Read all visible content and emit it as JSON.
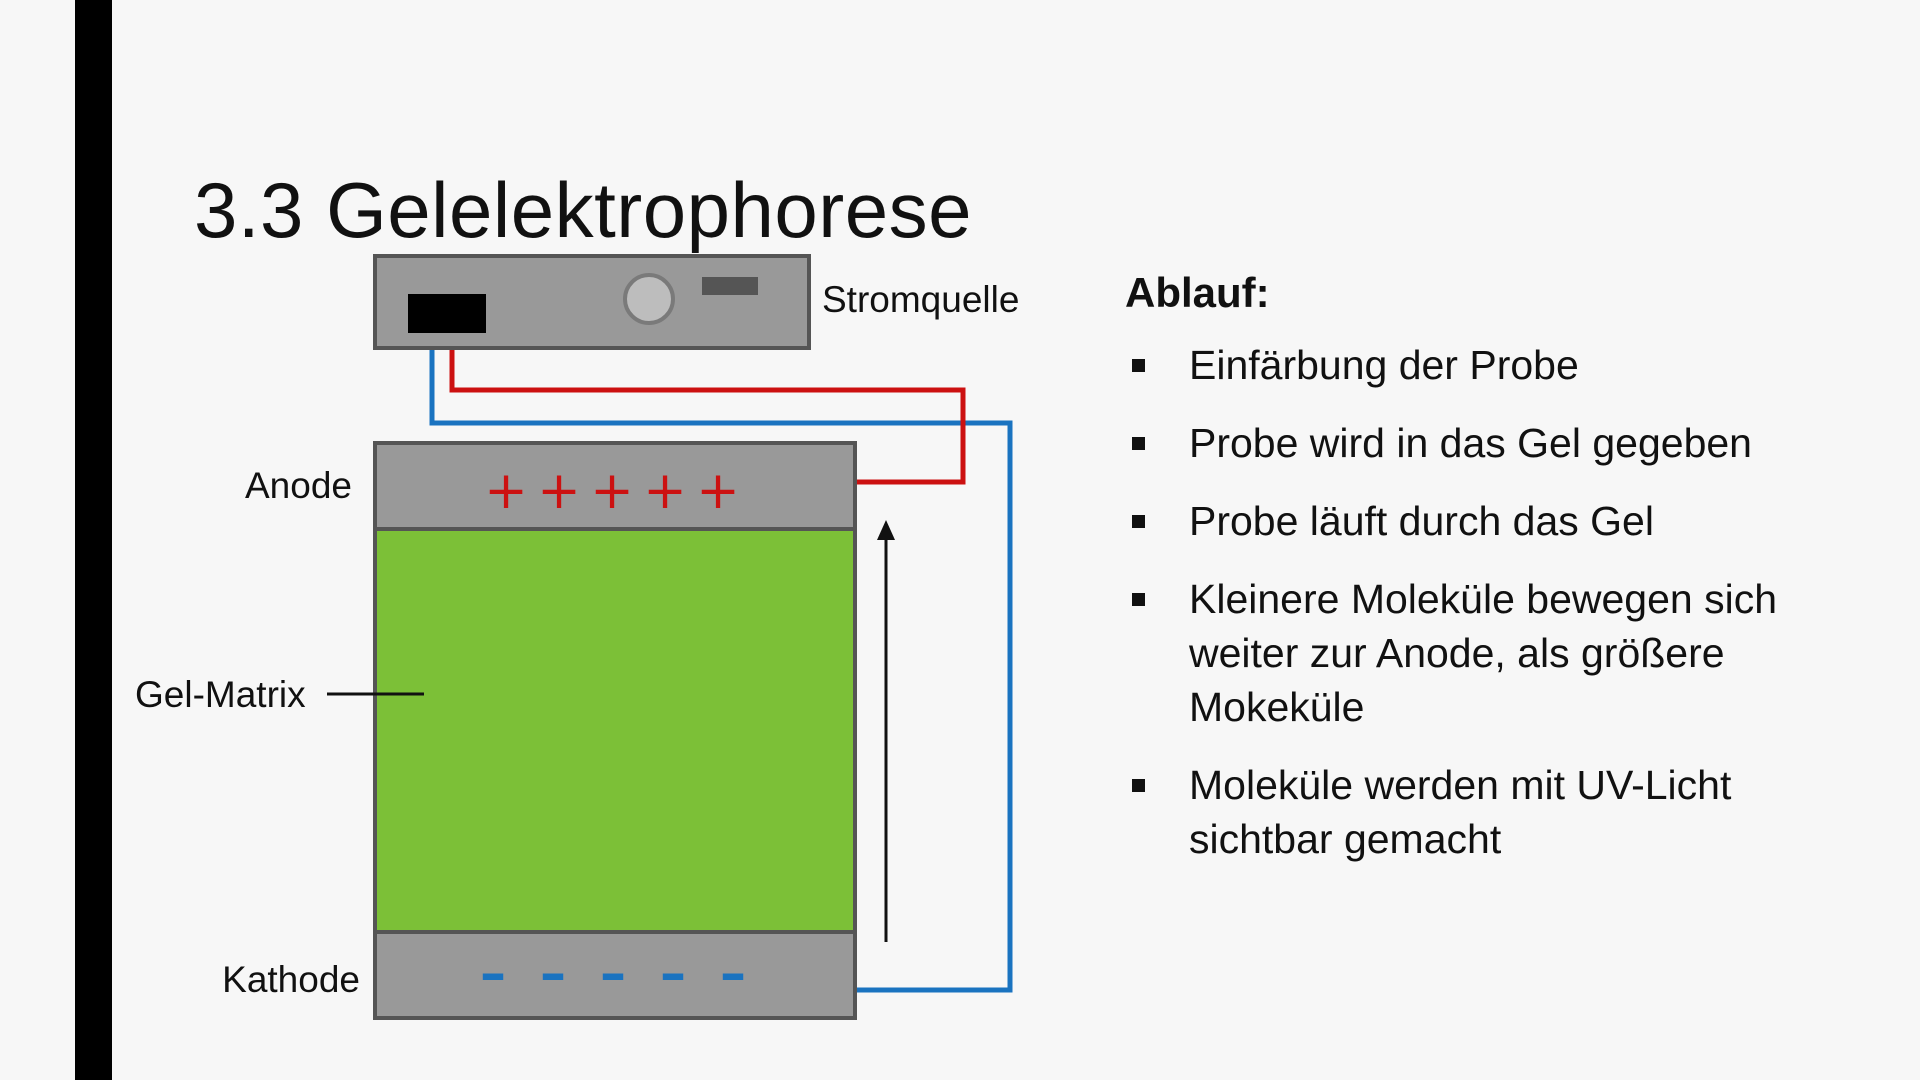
{
  "slide": {
    "title": "3.3 Gelelektrophorese"
  },
  "diagram": {
    "labels": {
      "power_source": "Stromquelle",
      "anode": "Anode",
      "gel_matrix": "Gel-Matrix",
      "cathode": "Kathode"
    },
    "anode_sign": "+",
    "cathode_sign": "–",
    "plus_count": 5,
    "minus_count": 5,
    "colors": {
      "gel": "#7cc037",
      "electrode": "#999999",
      "housing": "#999999",
      "outline": "#555555",
      "red_wire": "#cc1111",
      "blue_wire": "#1a73c0",
      "plus_sign": "#cc1111",
      "minus_sign": "#1a73c0"
    }
  },
  "procedure": {
    "heading": "Ablauf:",
    "steps": [
      "Einfärbung der Probe",
      "Probe wird in das Gel gegeben",
      "Probe läuft durch das Gel",
      "Kleinere Moleküle bewegen sich weiter zur Anode, als größere Mokeküle",
      "Moleküle werden mit UV-Licht sichtbar gemacht"
    ]
  }
}
